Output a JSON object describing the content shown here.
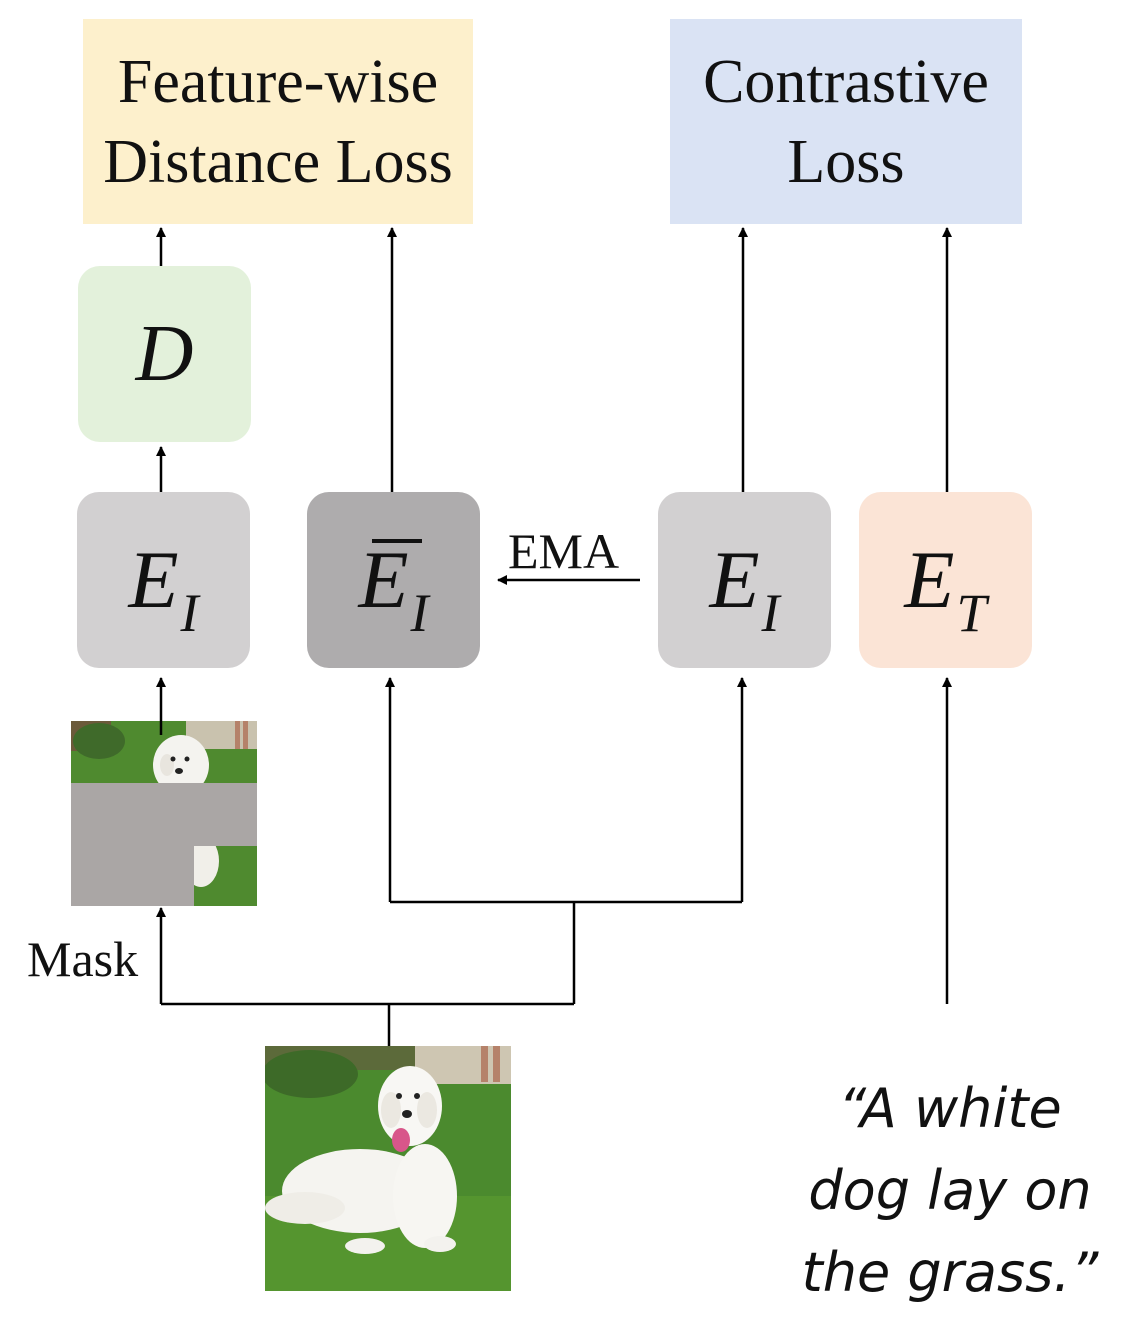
{
  "losses": {
    "feature_wise": "Feature-wise\nDistance Loss",
    "contrastive": "Contrastive\nLoss"
  },
  "modules": {
    "decoder": "D",
    "image_encoder": {
      "main": "E",
      "sub": "I"
    },
    "ema_image_encoder": {
      "main": "E",
      "sub": "I"
    },
    "image_encoder_2": {
      "main": "E",
      "sub": "I"
    },
    "text_encoder": {
      "main": "E",
      "sub": "T"
    }
  },
  "labels": {
    "ema": "EMA",
    "mask": "Mask"
  },
  "caption": "“A white\ndog lay on\nthe grass.”",
  "colors": {
    "feature_loss_bg": "#fdf0cc",
    "contrastive_loss_bg": "#dae3f4",
    "decoder_bg": "#e3f1db",
    "encoder_bg": "#d2d0d1",
    "ema_encoder_bg": "#aeacad",
    "text_encoder_bg": "#fbe4d6",
    "mask_gray": "#aaa6a5",
    "grass": "#4f8a2f"
  },
  "icons": {
    "input_image": "photo-white-dog-on-grass",
    "masked_image": "photo-white-dog-masked"
  }
}
